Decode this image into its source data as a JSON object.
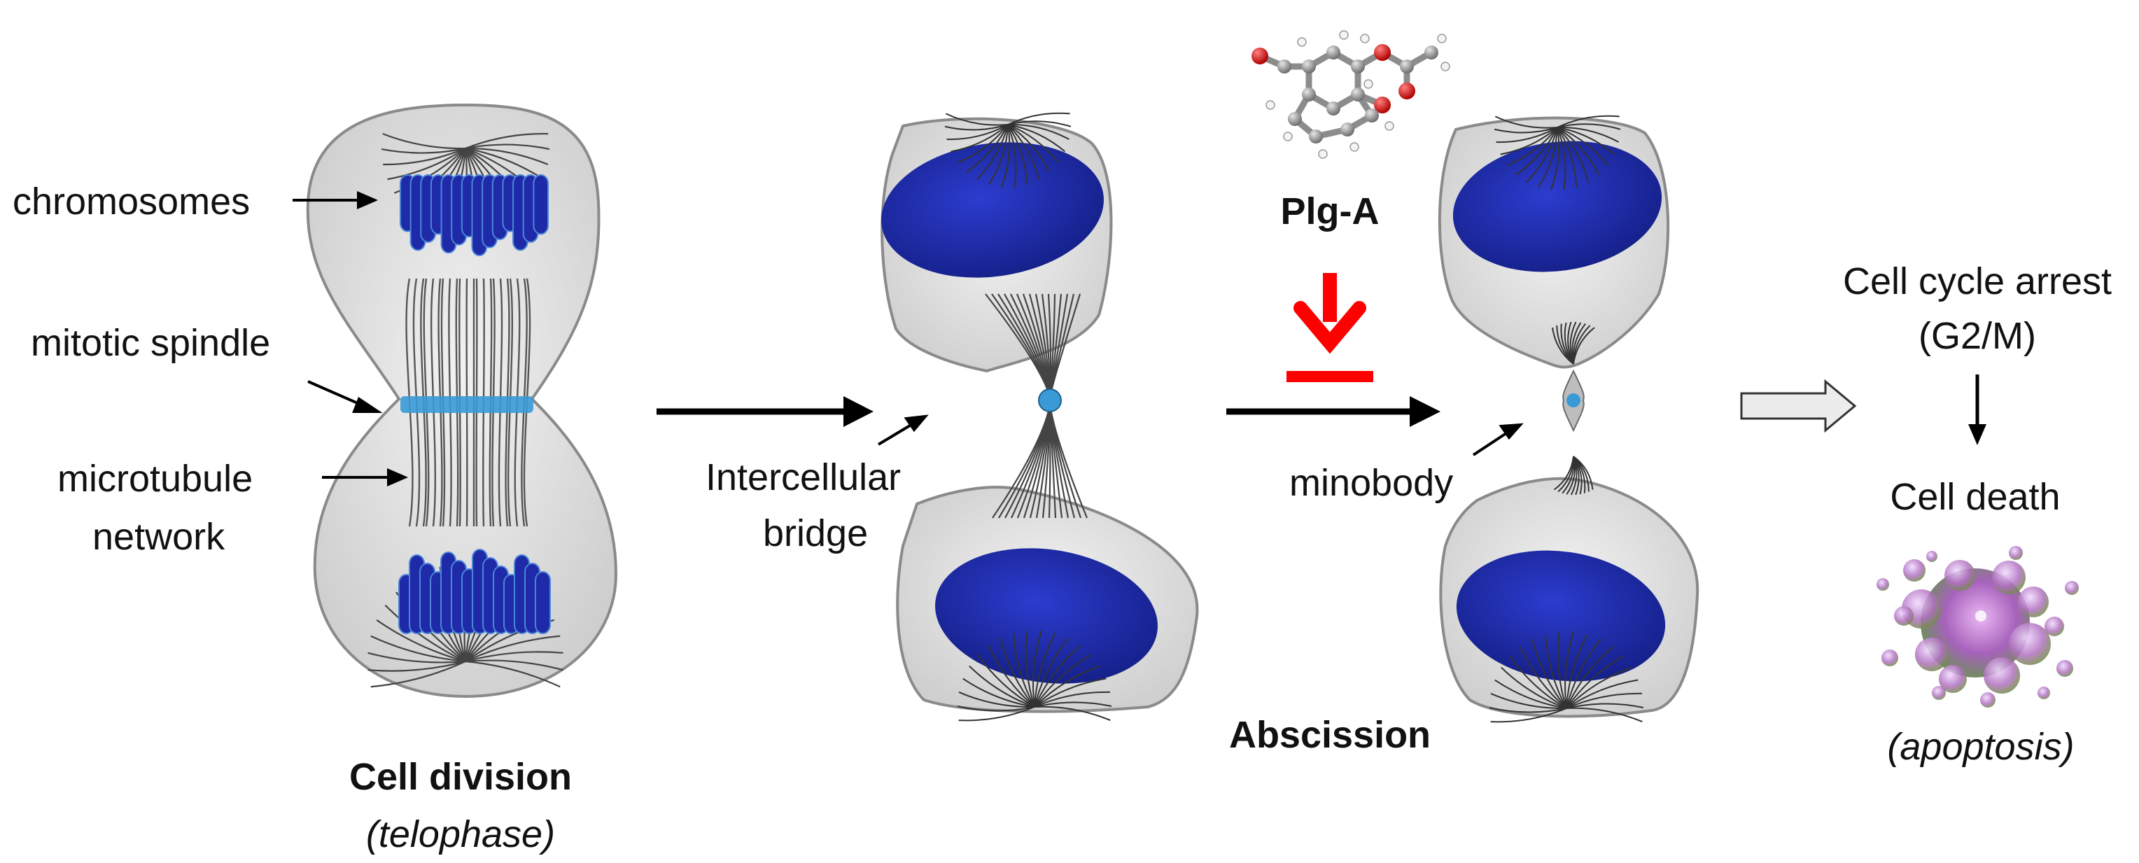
{
  "labels": {
    "chromosomes": "chromosomes",
    "mitotic_spindle": "mitotic spindle",
    "microtubule_line1": "microtubule",
    "microtubule_line2": "network",
    "intercellular_line1": "Intercellular",
    "intercellular_line2": "bridge",
    "minobody": "minobody",
    "cell_cycle_arrest": "Cell cycle arrest",
    "g2m": "(G2/M)",
    "cell_death": "Cell death"
  },
  "captions": {
    "cell_division": "Cell division",
    "telophase": "(telophase)",
    "abscission": "Abscission",
    "apoptosis": "(apoptosis)"
  },
  "compound": {
    "name": "Plg-A"
  },
  "colors": {
    "cell_fill": "#d9d9d9",
    "cell_stroke": "#8a8a8a",
    "chromatin": "#1f2aa8",
    "midbody": "#3a9ad6",
    "inhibitor": "#ff0000",
    "arrow": "#000000",
    "oxygen_atom": "#e02020",
    "carbon_atom": "#8c8c8c"
  },
  "icons": {
    "process_arrow": "right-arrow-icon",
    "inhibition": "inhibition-arrow-icon",
    "outcome_arrow": "hollow-right-arrow-icon",
    "molecule": "molecule-ball-and-stick-icon",
    "apoptotic_cell": "apoptotic-bodies-icon"
  }
}
